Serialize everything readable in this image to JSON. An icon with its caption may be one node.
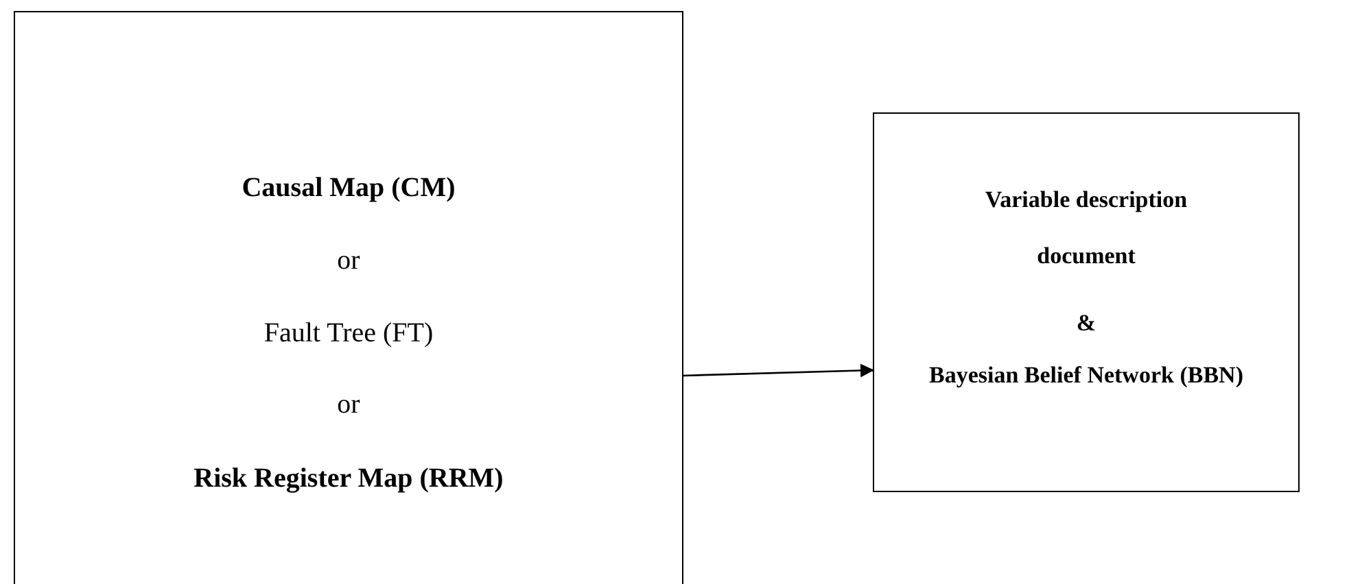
{
  "diagram": {
    "nodes": [
      {
        "text": [
          "Causal Map (CM)",
          "or",
          "Fault Tree (FT)",
          "or",
          "Risk Register Map (RRM)"
        ]
      },
      {
        "text": [
          "Variable description document",
          "&",
          "Bayesian Belief Network (BBN)"
        ]
      }
    ],
    "edges": [
      {
        "from": 0,
        "to": 1,
        "arrow": "to"
      }
    ]
  }
}
